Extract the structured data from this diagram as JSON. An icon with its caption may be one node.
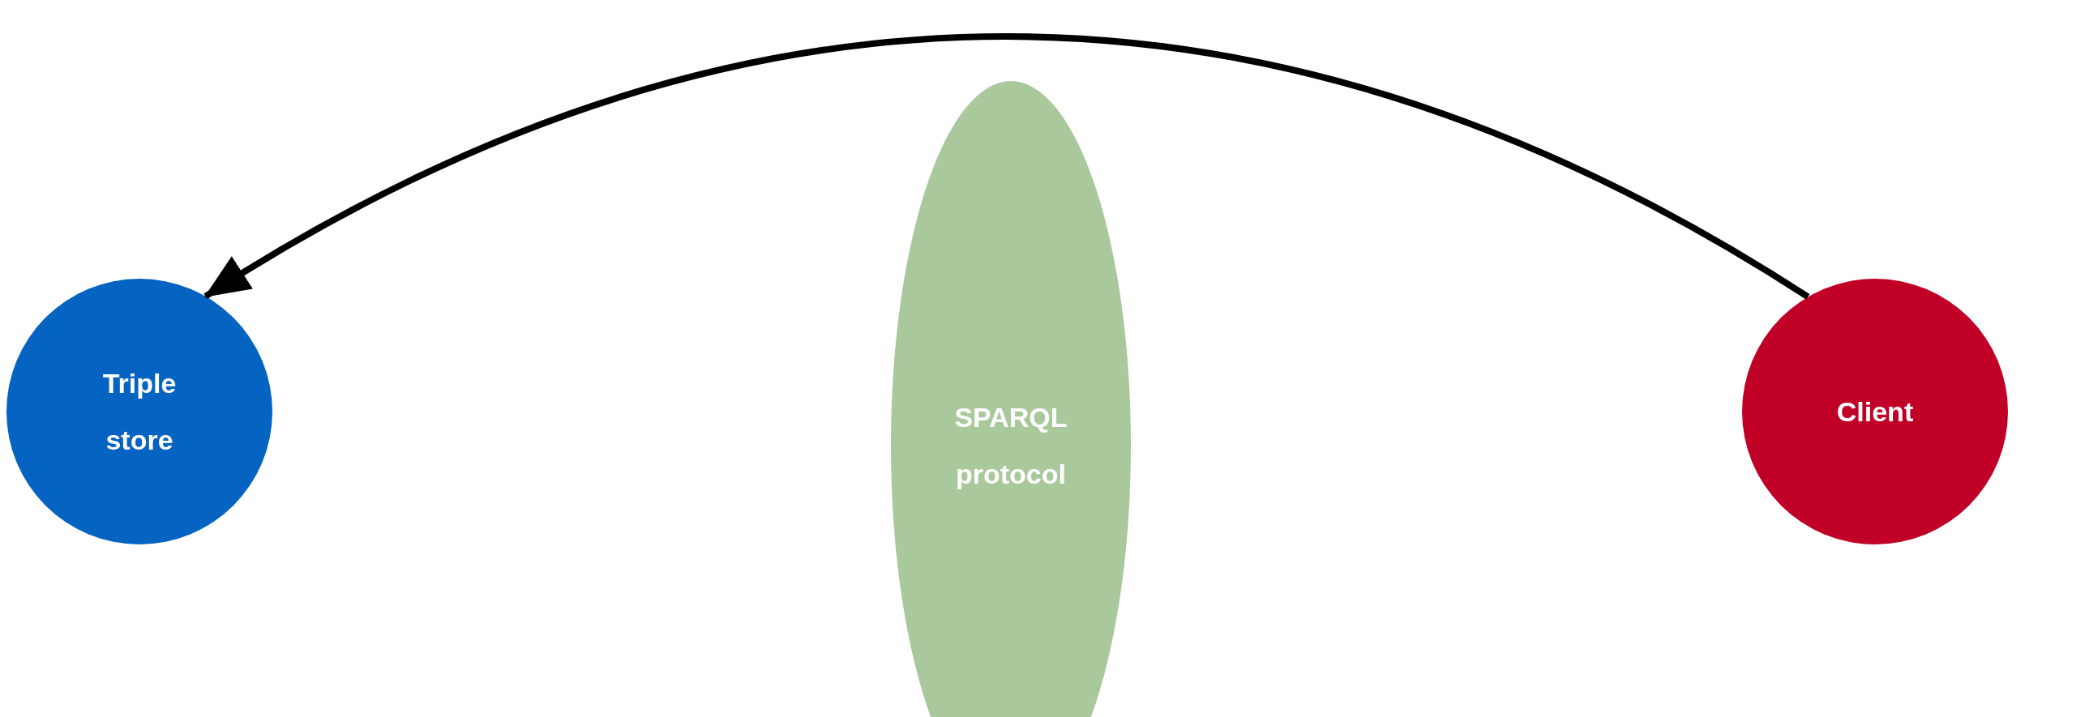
{
  "diagram": {
    "nodes": [
      {
        "text": [
          "Triple store"
        ]
      },
      {
        "text": [
          "SPARQL protocol"
        ]
      },
      {
        "text": [
          "Client"
        ]
      }
    ],
    "edges": [
      {
        "from": 2,
        "to": 0,
        "arrow": "to"
      }
    ]
  }
}
